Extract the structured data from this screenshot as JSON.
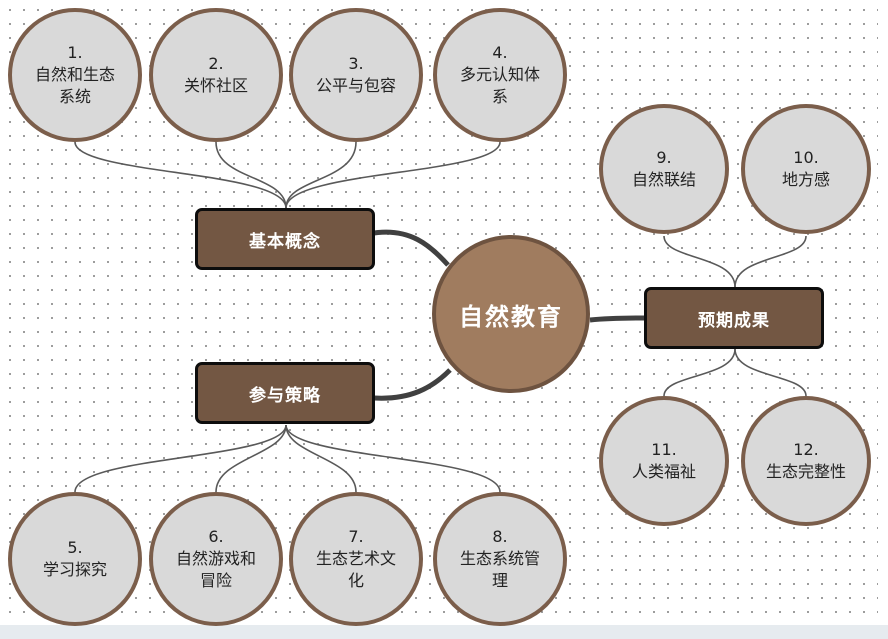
{
  "center": {
    "label": "自然教育"
  },
  "branches": [
    {
      "title": "基本概念",
      "items": [
        {
          "num": "1.",
          "label": "自然和生态系统"
        },
        {
          "num": "2.",
          "label": "关怀社区"
        },
        {
          "num": "3.",
          "label": "公平与包容"
        },
        {
          "num": "4.",
          "label": "多元认知体系"
        }
      ]
    },
    {
      "title": "参与策略",
      "items": [
        {
          "num": "5.",
          "label": "学习探究"
        },
        {
          "num": "6.",
          "label": "自然游戏和冒险"
        },
        {
          "num": "7.",
          "label": "生态艺术文化"
        },
        {
          "num": "8.",
          "label": "生态系统管理"
        }
      ]
    },
    {
      "title": "预期成果",
      "items": [
        {
          "num": "9.",
          "label": "自然联结"
        },
        {
          "num": "10.",
          "label": "地方感"
        },
        {
          "num": "11.",
          "label": "人类福祉"
        },
        {
          "num": "12.",
          "label": "生态完整性"
        }
      ]
    }
  ],
  "colors": {
    "circle_fill": "#d9d9d9",
    "circle_border": "#7b5e4b",
    "box_fill": "#735743",
    "box_border": "#0d0d0d",
    "center_fill": "#a07c5f",
    "connector": "#595959",
    "thick_connector": "#404040"
  }
}
